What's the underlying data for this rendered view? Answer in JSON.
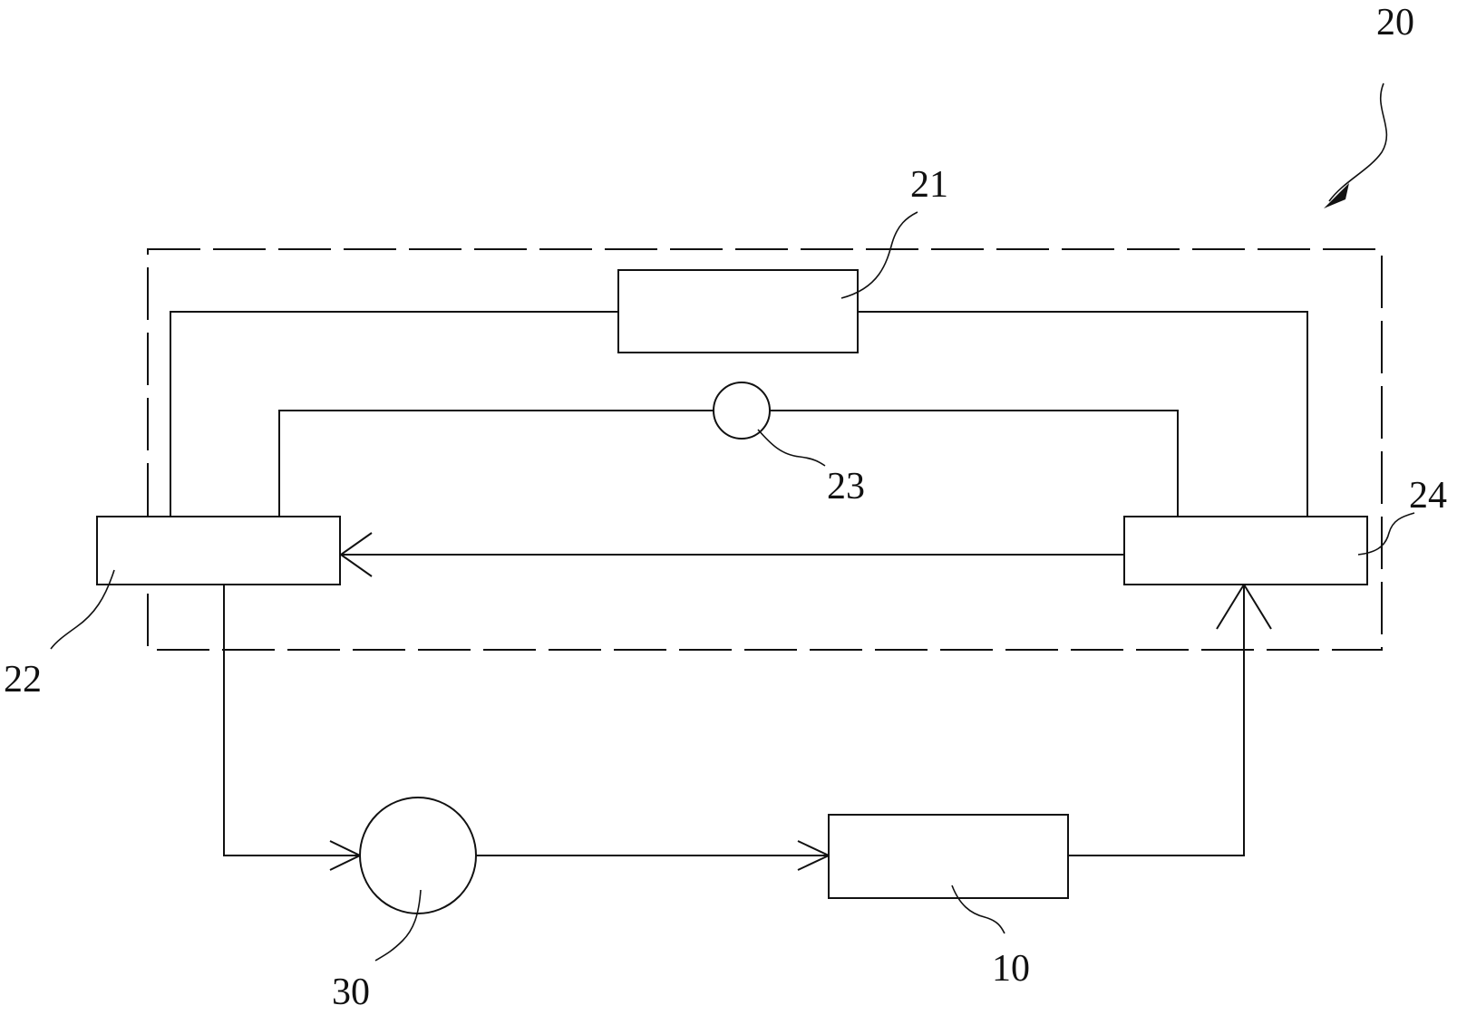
{
  "diagram": {
    "reference_numerals": {
      "system": "20",
      "component_21": "21",
      "component_22": "22",
      "component_23": "23",
      "component_24": "24",
      "component_30": "30",
      "component_10": "10"
    },
    "colors": {
      "line": "#111111",
      "background": "#ffffff"
    }
  }
}
